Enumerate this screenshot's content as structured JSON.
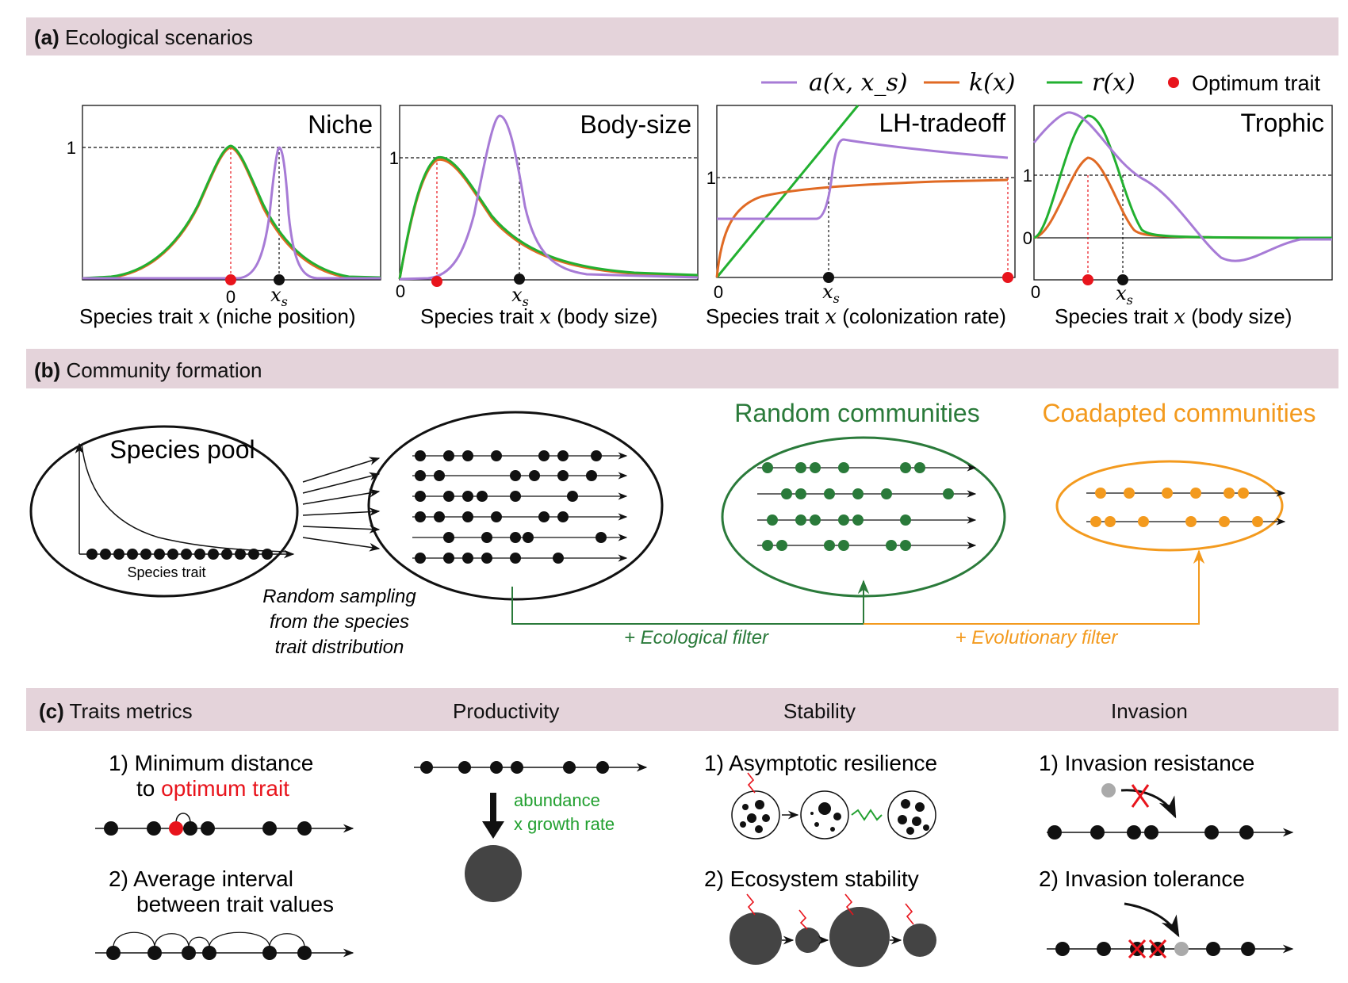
{
  "section_a": {
    "tag": "(a)",
    "title": "Ecological scenarios",
    "legend": [
      {
        "label": "a(x, x_s)",
        "color": "#a77bd6"
      },
      {
        "label": "k(x)",
        "color": "#e06a24"
      },
      {
        "label": "r(x)",
        "color": "#22b030"
      },
      {
        "label": "Optimum trait",
        "color": "#e8141c"
      }
    ],
    "panels": [
      {
        "title": "Niche",
        "xlabel_pre": "Species trait",
        "xlabel_var": "x",
        "xlabel_post": "(niche position)",
        "tick_one": "1",
        "tick_zero_x": "0",
        "xs": "x",
        "xs_sub": "s"
      },
      {
        "title": "Body-size",
        "xlabel_pre": "Species trait",
        "xlabel_var": "x",
        "xlabel_post": "(body size)",
        "tick_one": "1",
        "tick_zero_x": "0",
        "xs": "x",
        "xs_sub": "s"
      },
      {
        "title": "LH-tradeoff",
        "xlabel_pre": "Species trait",
        "xlabel_var": "x",
        "xlabel_post": "(colonization rate)",
        "tick_one": "1",
        "tick_zero_x": "0",
        "xs": "x",
        "xs_sub": "s"
      },
      {
        "title": "Trophic",
        "xlabel_pre": "Species trait",
        "xlabel_var": "x",
        "xlabel_post": "(body size)",
        "tick_one": "1",
        "tick_zero_y": "0",
        "tick_zero_x": "0",
        "xs": "x",
        "xs_sub": "s"
      }
    ]
  },
  "section_b": {
    "tag": "(b)",
    "title": "Community formation",
    "species_pool": "Species pool",
    "species_trait": "Species trait",
    "sampling_line1": "Random sampling",
    "sampling_line2": "from the species",
    "sampling_line3": "trait distribution",
    "random_title": "Random communities",
    "coadapted_title": "Coadapted communities",
    "ecological_filter": "+ Ecological filter",
    "evolutionary_filter": "+ Evolutionary filter",
    "colors": {
      "green": "#2a7a3a",
      "orange": "#f39a1e",
      "red": "#e8141c"
    }
  },
  "section_c": {
    "tag": "(c)",
    "title": "Traits metrics",
    "headers": {
      "productivity": "Productivity",
      "stability": "Stability",
      "invasion": "Invasion"
    },
    "traits_1_line1": "1) Minimum distance",
    "traits_1_line2_pre": "to",
    "traits_1_line2_red": "optimum trait",
    "traits_2_line1": "2) Average interval",
    "traits_2_line2": "between trait values",
    "abundance": "abundance",
    "growth": "x growth rate",
    "stability_1": "1) Asymptotic resilience",
    "stability_2": "2) Ecosystem stability",
    "invasion_1": "1) Invasion resistance",
    "invasion_2": "2) Invasion tolerance"
  }
}
